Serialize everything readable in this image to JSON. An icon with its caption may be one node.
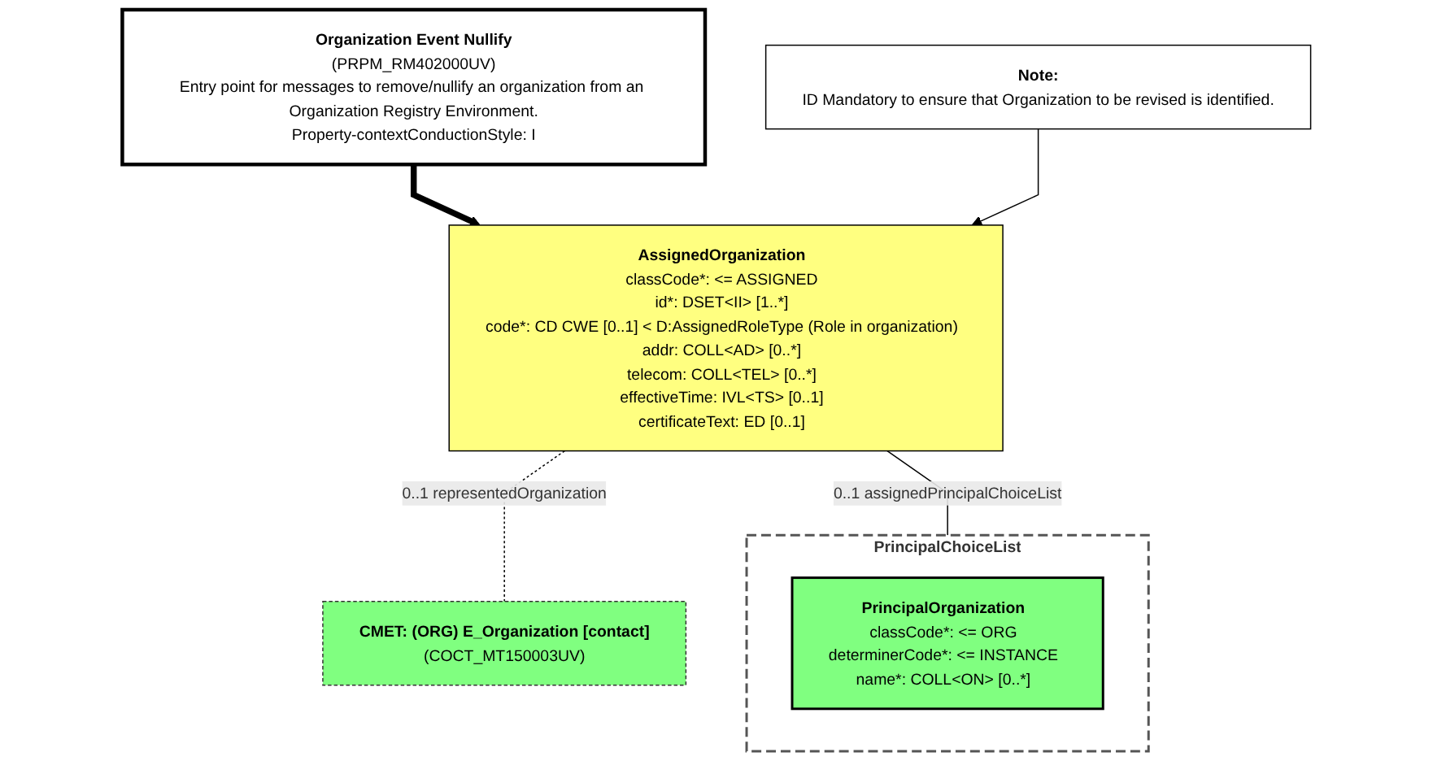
{
  "diagram": {
    "nodes": [
      {
        "text": [
          "Organization Event Nullify",
          "(PRPM_RM402000UV)",
          "Entry point for messages to remove/nullify an organization from an Organization Registry Environment.",
          "Property-contextConductionStyle: I"
        ]
      },
      {
        "text": [
          "CMET: (ORG) E_Organization [contact]",
          "(COCT_MT150003UV)"
        ]
      },
      {
        "text": [
          "AssignedOrganization",
          "classCode*: <= ASSIGNED",
          "id*: DSET<II> [1..*]",
          "code*: CD CWE [0..1] < D:AssignedRoleType (Role in organization)",
          "addr: COLL<AD> [0..*]",
          "telecom: COLL<TEL> [0..*]",
          "effectiveTime: IVL<TS> [0..1]",
          "certificateText: ED [0..1]"
        ]
      },
      {
        "text": [
          "Note:",
          "ID Mandatory to ensure that Organization to be revised is identified."
        ]
      },
      {
        "text": [
          "PrincipalChoiceList"
        ]
      },
      {
        "text": [
          "PrincipalOrganization",
          "classCode*: <= ORG",
          "determinerCode*: <= INSTANCE",
          "name*: COLL<ON> [0..*]"
        ],
        "in": 4
      }
    ],
    "edges": [
      {
        "from": 0,
        "to": 2,
        "arrow": "to",
        "style": "thick"
      },
      {
        "from": 2,
        "to": 1,
        "arrow": "none",
        "style": "dashed",
        "label": "0..1 representedOrganization"
      },
      {
        "from": 3,
        "to": 2,
        "arrow": "to"
      },
      {
        "from": 2,
        "to": 4,
        "arrow": "none",
        "label": "0..1 assignedPrincipalChoiceList"
      }
    ]
  }
}
